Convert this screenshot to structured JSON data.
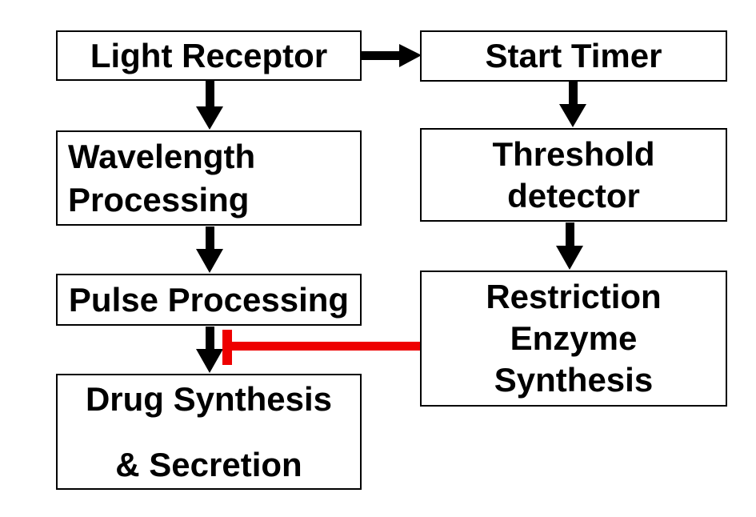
{
  "diagram": {
    "type": "flowchart",
    "colors": {
      "background": "#ffffff",
      "box_border": "#000000",
      "box_fill": "#ffffff",
      "text": "#000000",
      "arrow": "#000000",
      "inhibition": "#ee0000"
    },
    "nodes": {
      "light_receptor": {
        "label": "Light Receptor"
      },
      "start_timer": {
        "label": "Start Timer"
      },
      "wavelength": {
        "label": "Wavelength\nProcessing"
      },
      "threshold": {
        "label": "Threshold\ndetector"
      },
      "pulse": {
        "label": "Pulse Processing"
      },
      "restriction": {
        "label": "Restriction\nEnzyme\nSynthesis"
      },
      "drug": {
        "label": "Drug Synthesis\n\n& Secretion"
      }
    },
    "edges": [
      {
        "from": "light_receptor",
        "to": "start_timer",
        "type": "arrow",
        "color": "#000000"
      },
      {
        "from": "light_receptor",
        "to": "wavelength",
        "type": "arrow",
        "color": "#000000"
      },
      {
        "from": "start_timer",
        "to": "threshold",
        "type": "arrow",
        "color": "#000000"
      },
      {
        "from": "wavelength",
        "to": "pulse",
        "type": "arrow",
        "color": "#000000"
      },
      {
        "from": "threshold",
        "to": "restriction",
        "type": "arrow",
        "color": "#000000"
      },
      {
        "from": "pulse",
        "to": "drug",
        "type": "arrow",
        "color": "#000000"
      },
      {
        "from": "restriction",
        "to": "pulse-to-drug-arrow",
        "type": "inhibition",
        "color": "#ee0000"
      }
    ]
  }
}
